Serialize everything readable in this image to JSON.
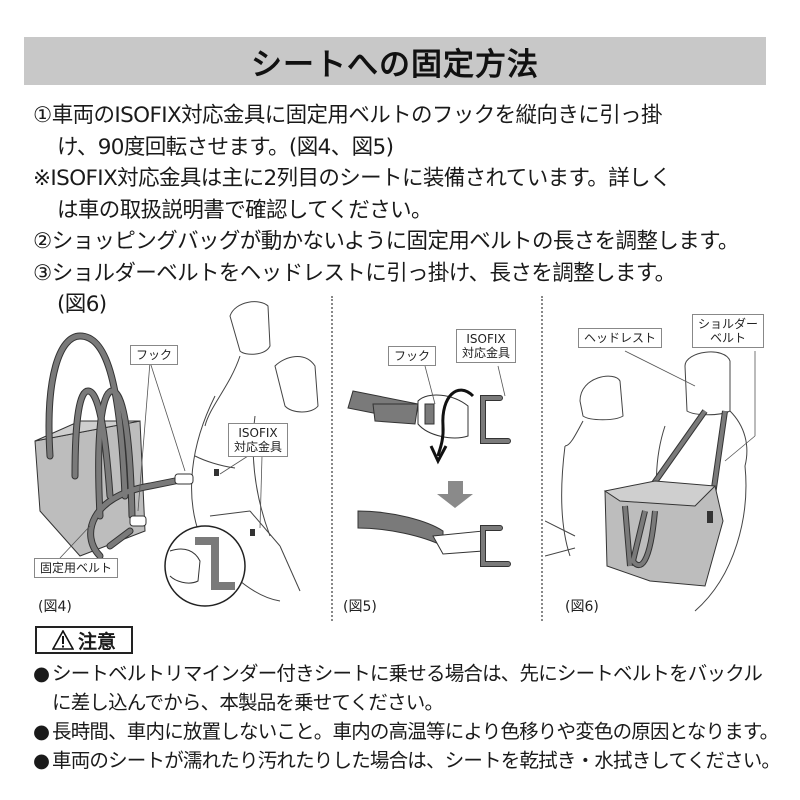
{
  "title": "シートへの固定方法",
  "steps": [
    {
      "marker": "①",
      "lines": [
        "車両のISOFIX対応金具に固定用ベルトのフックを縦向きに引っ掛",
        "け、90度回転させます。(図4、図5)"
      ]
    },
    {
      "marker": "※",
      "lines": [
        "ISOFIX対応金具は主に2列目のシートに装備されています。詳しく",
        "は車の取扱説明書で確認してください。"
      ]
    },
    {
      "marker": "②",
      "lines": [
        "ショッピングバッグが動かないように固定用ベルトの長さを調整します。"
      ]
    },
    {
      "marker": "③",
      "lines": [
        "ショルダーベルトをヘッドレストに引っ掛け、長さを調整します。",
        "(図6)"
      ]
    }
  ],
  "figures": {
    "fig4": {
      "caption": "(図4)",
      "labels": {
        "hook": "フック",
        "isofix_line1": "ISOFIX",
        "isofix_line2": "対応金具",
        "belt": "固定用ベルト"
      }
    },
    "fig5": {
      "caption": "(図5)",
      "labels": {
        "hook": "フック",
        "isofix_line1": "ISOFIX",
        "isofix_line2": "対応金具"
      }
    },
    "fig6": {
      "caption": "(図6)",
      "labels": {
        "headrest": "ヘッドレスト",
        "shoulder_line1": "ショルダー",
        "shoulder_line2": "ベルト"
      }
    }
  },
  "caution": {
    "icon": "warning-triangle-icon",
    "label": "注意",
    "bullet": "●",
    "notes": [
      {
        "lines": [
          "シートベルトリマインダー付きシートに乗せる場合は、先にシートベルトをバックル",
          "に差し込んでから、本製品を乗せてください。"
        ]
      },
      {
        "lines": [
          "長時間、車内に放置しないこと。車内の高温等により色移りや変色の原因となります。"
        ]
      },
      {
        "lines": [
          "車両のシートが濡れたり汚れたりした場合は、シートを乾拭き・水拭きしてください。"
        ]
      }
    ]
  },
  "colors": {
    "title_bg": "#c8c8c8",
    "strap": "#7a7a7a",
    "bag": "#bdbdbd",
    "line": "#333333"
  }
}
